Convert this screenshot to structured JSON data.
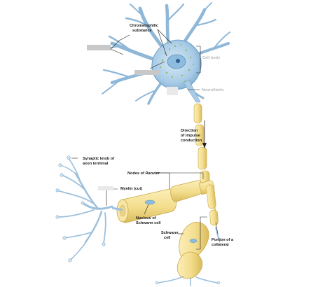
{
  "labels": {
    "chromatophilic": [
      "Chromatophilic",
      "substance"
    ],
    "cell_body": "Cell body",
    "neurofibrils": "Neurofibrils",
    "direction": [
      "Direction",
      "of impulse",
      "conduction"
    ],
    "synaptic_knob": [
      "Synaptic knob of",
      "axon terminal"
    ],
    "nodes_of_ranvier": "Nodes of Ranvier",
    "myelin_cut": "Myelin (cut)",
    "nucleus_schwann": [
      "Nucleus of",
      "Schwann cell"
    ],
    "schwann_cell": [
      "Schwann",
      "cell"
    ],
    "portion_collateral": [
      "Portion of a",
      "collateral"
    ]
  },
  "colors": {
    "soma": "#a9cbe6",
    "soma_edge": "#6f9fc4",
    "myelin": "#f3dd8c",
    "myelin_edge": "#c9a94a",
    "granule": "#7fbf6a"
  }
}
